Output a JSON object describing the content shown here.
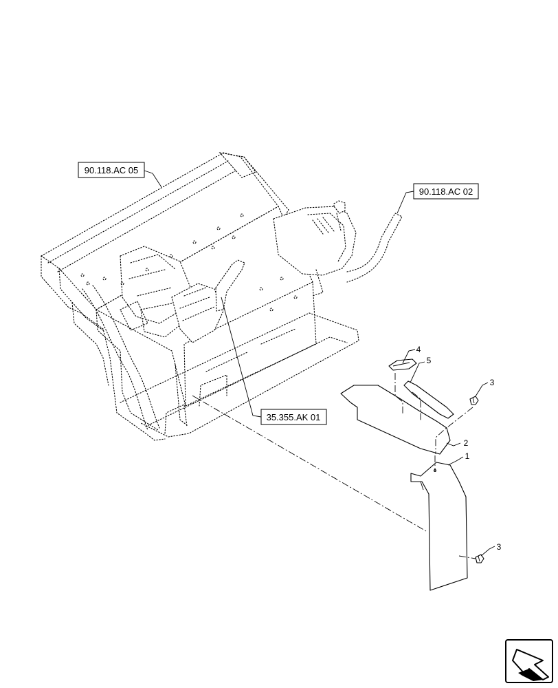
{
  "references": {
    "ref_cab_frame": "90.118.AC 05",
    "ref_right_console": "90.118.AC 02",
    "ref_control_lever": "35.355.AK 01"
  },
  "callouts": {
    "item_1": "1",
    "item_2": "2",
    "item_3_upper": "3",
    "item_3_lower": "3",
    "item_4": "4",
    "item_5": "5"
  },
  "navigation": {
    "icon": "next-page-arrow-icon"
  }
}
